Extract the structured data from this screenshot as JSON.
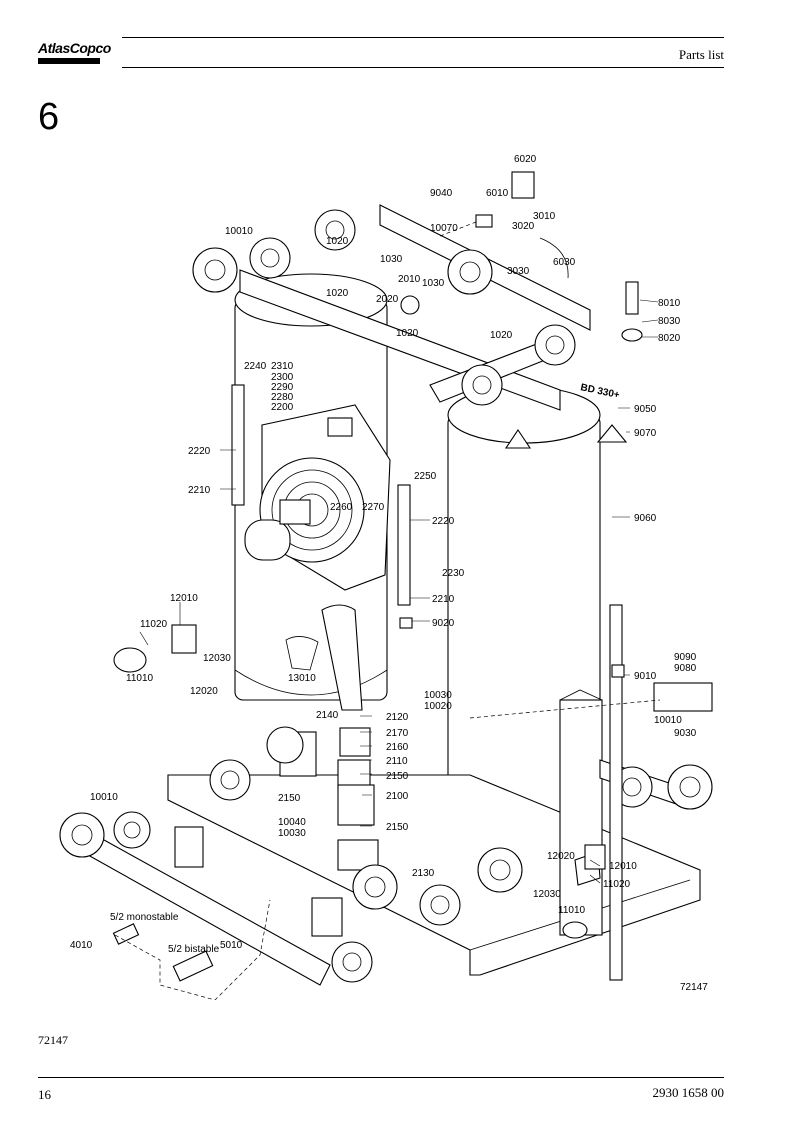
{
  "header": {
    "brand": "AtlasCopco",
    "section_title": "Parts list",
    "chapter": "6"
  },
  "drawing": {
    "id_label": "72147",
    "model_label": "BD 330+",
    "labels": {
      "l6020": "6020",
      "l9040": "9040",
      "l6010": "6010",
      "l10070": "10070",
      "l3010": "3010",
      "l3020": "3020",
      "l3030": "3030",
      "l6030": "6030",
      "l10010a": "10010",
      "l1020a": "1020",
      "l1030a": "1030",
      "l2010": "2010",
      "l1030b": "1030",
      "l2020": "2020",
      "l1020b": "1020",
      "l1020c": "1020",
      "l1020d": "1020",
      "l8010": "8010",
      "l8030": "8030",
      "l8020": "8020",
      "l2240": "2240",
      "l2310": "2310",
      "l2300": "2300",
      "l2290": "2290",
      "l2280": "2280",
      "l2200": "2200",
      "l9050": "9050",
      "l9070": "9070",
      "l2220a": "2220",
      "l2210a": "2210",
      "l2250": "2250",
      "l2260": "2260",
      "l2270": "2270",
      "l2220b": "2220",
      "l9060": "9060",
      "l2230": "2230",
      "l2210b": "2210",
      "l12010a": "12010",
      "l11020a": "11020",
      "l9020": "9020",
      "l12030a": "12030",
      "l11010a": "11010",
      "l12020a": "12020",
      "l13010": "13010",
      "l9090": "9090",
      "l9080": "9080",
      "l9010": "9010",
      "l10030a": "10030",
      "l10020": "10020",
      "l2140": "2140",
      "l2120": "2120",
      "l2170": "2170",
      "l2160": "2160",
      "l2110": "2110",
      "l2150a": "2150",
      "l2150b": "2150",
      "l2100": "2100",
      "l10010b": "10010",
      "l9030": "9030",
      "l10010c": "10010",
      "l10040": "10040",
      "l10030b": "10030",
      "l2150c": "2150",
      "l12020b": "12020",
      "l12010b": "12010",
      "l2130": "2130",
      "l11020b": "11020",
      "l12030b": "12030",
      "l11010b": "11010",
      "l4010": "4010",
      "l5010": "5010",
      "mono": "5/2 monostable",
      "bistable": "5/2 bistable"
    }
  },
  "footer": {
    "ref": "72147",
    "page": "16",
    "doc_number": "2930 1658 00"
  }
}
